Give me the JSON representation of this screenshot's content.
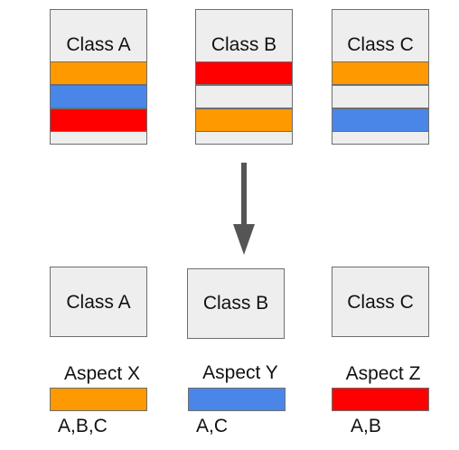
{
  "colors": {
    "orange": "#ff9900",
    "blue": "#4a86e8",
    "red": "#ff0000",
    "box_fill": "#eeeeee",
    "border": "#6e6e6e",
    "arrow": "#555555"
  },
  "before": {
    "classes": [
      {
        "label": "Class A",
        "bands": [
          "orange",
          "blue",
          "red"
        ]
      },
      {
        "label": "Class B",
        "bands": [
          "red",
          "none",
          "orange"
        ]
      },
      {
        "label": "Class C",
        "bands": [
          "orange",
          "none",
          "blue"
        ]
      }
    ]
  },
  "after": {
    "classes": [
      {
        "label": "Class A"
      },
      {
        "label": "Class B"
      },
      {
        "label": "Class C"
      }
    ],
    "aspects": [
      {
        "name": "Aspect X",
        "color": "orange",
        "applies_to": "A,B,C"
      },
      {
        "name": "Aspect Y",
        "color": "blue",
        "applies_to": "A,C"
      },
      {
        "name": "Aspect Z",
        "color": "red",
        "applies_to": "A,B"
      }
    ]
  }
}
